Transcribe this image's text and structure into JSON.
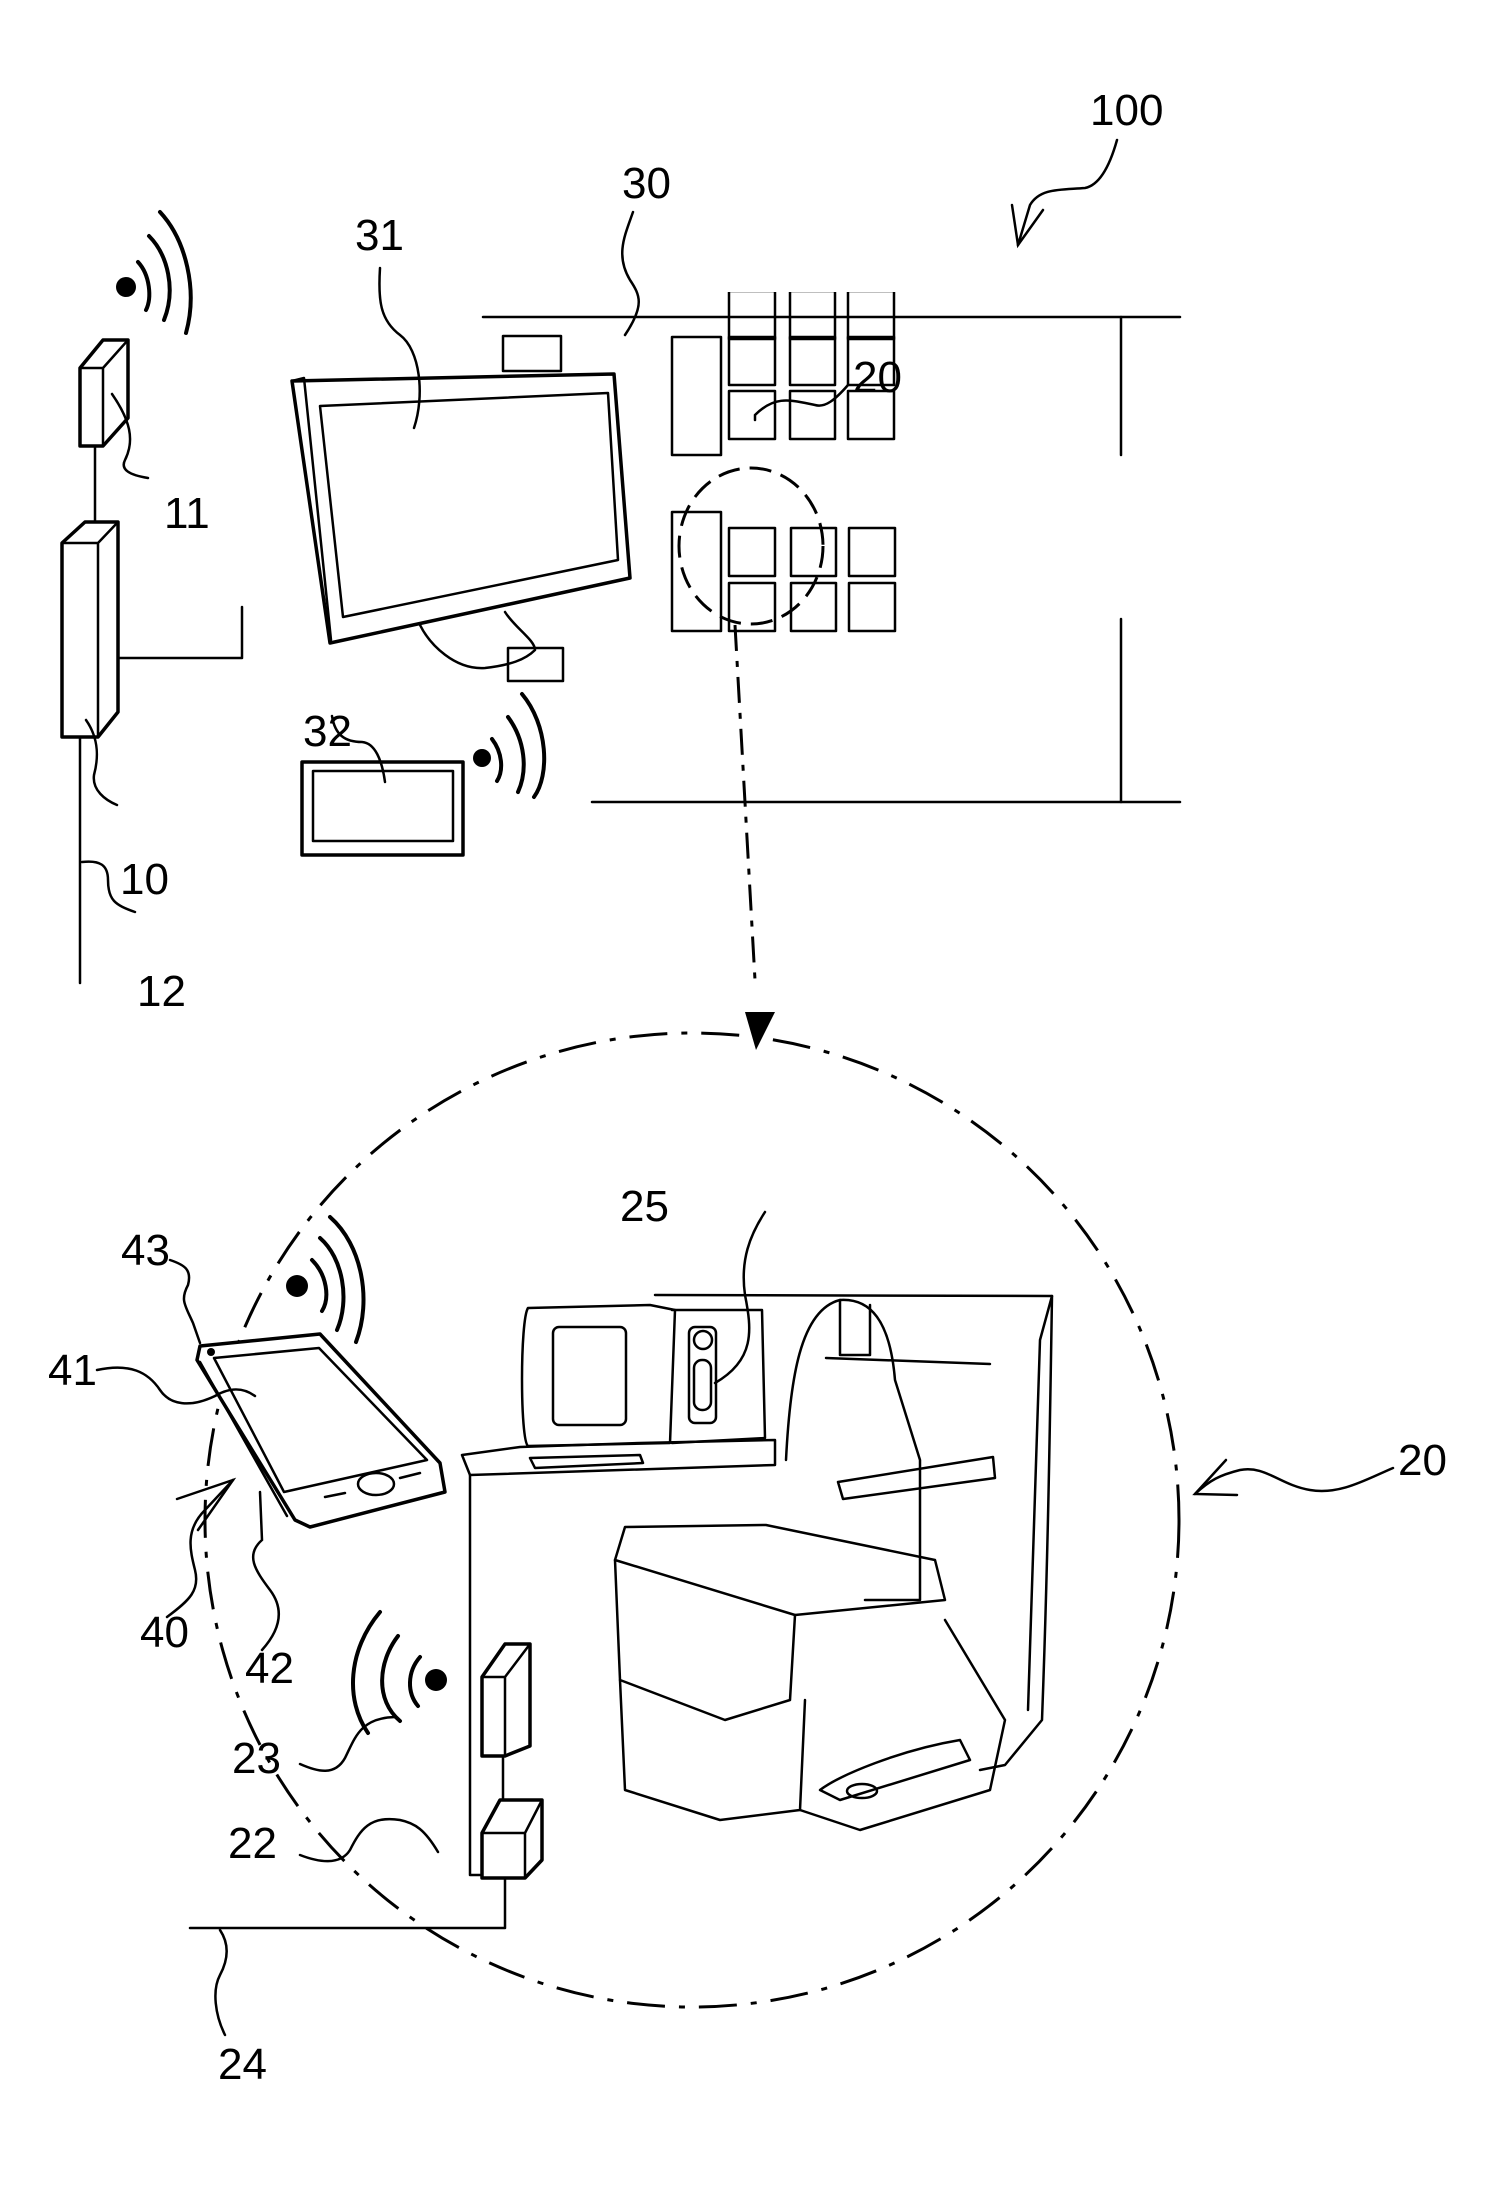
{
  "figure": {
    "description": "Patent drawing: aircraft cabin seat communication system",
    "colors": {
      "ink": "#000000",
      "paper": "#ffffff"
    },
    "labels": {
      "system": "100",
      "central_unit": "10",
      "access_point": "11",
      "network_line": "12",
      "seat_zone_top": "20",
      "seat_zone_detail": "20",
      "seat_unit": "22",
      "seat_transceiver": "23",
      "seat_line": "24",
      "seat_control": "25",
      "cabin": "30",
      "crew_monitor": "31",
      "crew_tablet": "32",
      "mobile_device": "40",
      "device_screen": "41",
      "device_body": "42",
      "device_sensor": "43"
    }
  }
}
